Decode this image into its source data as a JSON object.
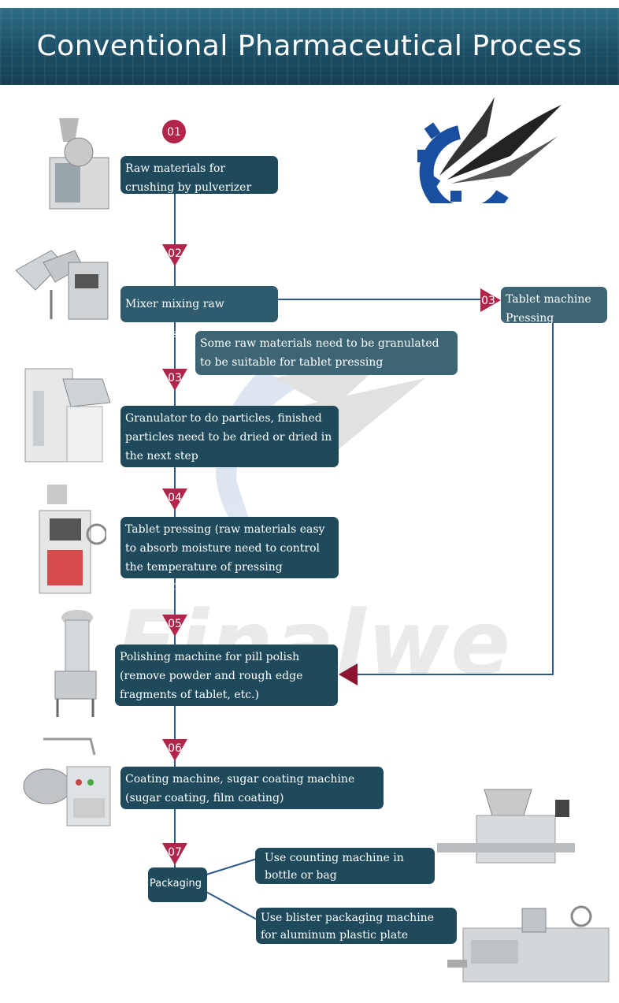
{
  "header": {
    "title": "Conventional Pharmaceutical Process"
  },
  "watermark": {
    "text": "Finalwe"
  },
  "steps": [
    {
      "num": "01",
      "text": "Raw materials for crushing by pulverizer"
    },
    {
      "num": "02",
      "text": "Mixer mixing raw materials"
    },
    {
      "num": "03",
      "text": "Tablet machine Pressing"
    },
    {
      "num": "03",
      "text": "Granulator to do particles, finished particles need to be dried or dried in the next step"
    },
    {
      "num": "04",
      "text": "Tablet pressing (raw materials easy to absorb moisture need to control the temperature of pressing environment)"
    },
    {
      "num": "05",
      "text": "Polishing machine for pill polish (remove powder and rough edge fragments of tablet, etc.)"
    },
    {
      "num": "06",
      "text": "Coating machine, sugar coating machine (sugar coating, film coating)"
    },
    {
      "num": "07",
      "text": "Packaging"
    }
  ],
  "note": {
    "text": "Some raw materials need to be granulated to be suitable for tablet pressing"
  },
  "packaging_options": [
    {
      "text": "Use counting machine in bottle or bag"
    },
    {
      "text": "Use blister packaging machine for aluminum plastic plate packaging"
    }
  ],
  "colors": {
    "header": "#1c4f66",
    "box": "#1f4a5c",
    "box_light": "#3d6574",
    "marker": "#b3244a",
    "line": "#2f5a86",
    "logo_blue": "#1a4fa0"
  }
}
